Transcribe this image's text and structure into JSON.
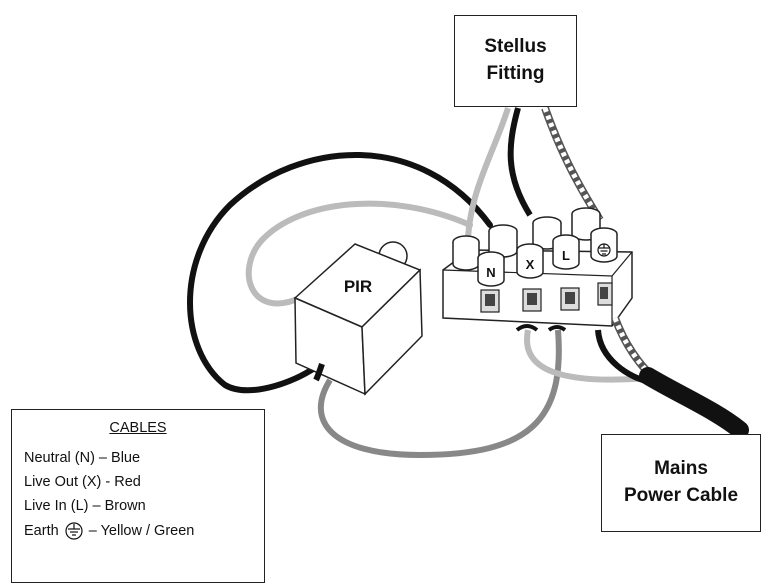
{
  "callouts": {
    "fitting": {
      "line1": "Stellus",
      "line2": "Fitting"
    },
    "mains": {
      "line1": "Mains",
      "line2": "Power Cable"
    }
  },
  "pir": {
    "label": "PIR"
  },
  "terminals": [
    "N",
    "X",
    "L"
  ],
  "legend": {
    "title": "CABLES",
    "rows": [
      {
        "text": "Neutral (N) – Blue"
      },
      {
        "text": "Live Out (X) - Red"
      },
      {
        "text": "Live In (L) – Brown"
      },
      {
        "prefix": "Earth",
        "suffix": "– Yellow / Green"
      }
    ]
  },
  "colors": {
    "black_cable": "#111111",
    "grey_cable": "#b8b8b8",
    "dark_grey_cable": "#888888",
    "outline": "#222222"
  }
}
